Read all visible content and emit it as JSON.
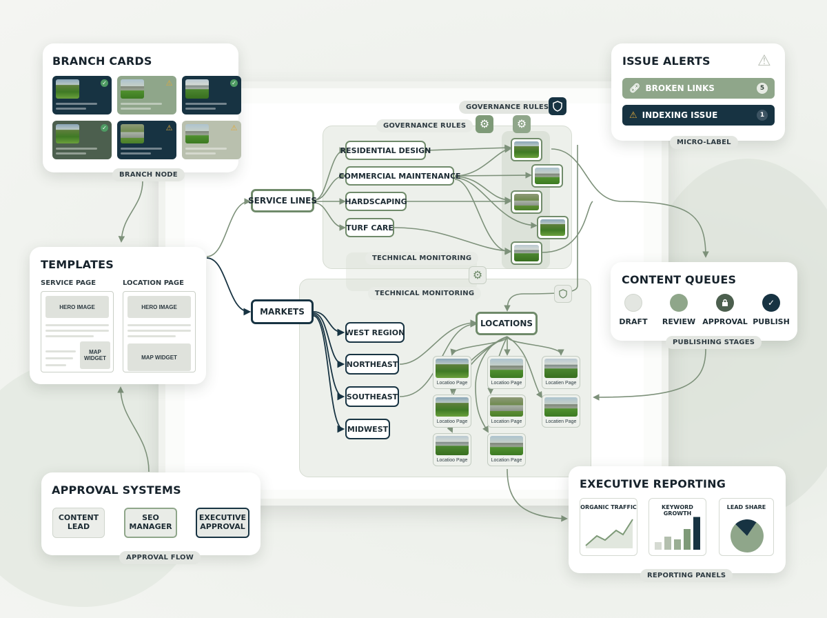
{
  "branch_cards": {
    "title": "Branch Cards",
    "caption": "Branch Node",
    "cards": [
      {
        "status": "ok",
        "theme": "dark"
      },
      {
        "status": "warn",
        "theme": "sage"
      },
      {
        "status": "ok",
        "theme": "dark"
      },
      {
        "status": "ok",
        "theme": "green"
      },
      {
        "status": "warn",
        "theme": "dark"
      },
      {
        "status": "warn",
        "theme": "pale"
      }
    ]
  },
  "templates": {
    "title": "Templates",
    "service_page": "Service Page",
    "location_page": "Location Page",
    "hero_image": "Hero Image",
    "map_widget_service": "Map Widget",
    "map_widget_location": "Map Widget"
  },
  "approval": {
    "title": "Approval Systems",
    "caption": "Approval Flow",
    "steps": [
      "Content Lead",
      "SEO Manager",
      "Executive Approval"
    ]
  },
  "issues": {
    "title": "Issue Alerts",
    "caption": "Micro-Label",
    "items": [
      {
        "label": "Broken Links",
        "count": "5",
        "icon": "link-icon"
      },
      {
        "label": "Indexing Issue",
        "count": "1",
        "icon": "warning-icon"
      }
    ]
  },
  "queues": {
    "title": "Content Queues",
    "caption": "Publishing Stages",
    "steps": [
      "Draft",
      "Review",
      "Approval",
      "Publish"
    ]
  },
  "reporting": {
    "title": "Executive Reporting",
    "caption": "Reporting Panels",
    "panels": [
      "Organic Traffic",
      "Keyword Growth",
      "Lead Share"
    ],
    "keyword_bars": [
      0.22,
      0.38,
      0.3,
      0.6,
      0.95
    ],
    "lead_share": [
      0.78,
      0.22
    ]
  },
  "canvas": {
    "governance_top": "Governance Rules",
    "governance_zone": "Governance Rules",
    "tech_monitor_1": "Technical Monitoring",
    "tech_monitor_2": "Technical Monitoring",
    "service_lines": "Service Lines",
    "markets": "Markets",
    "locations": "Locations",
    "services": [
      "Residential Design",
      "Commercial Maintenance",
      "Hardscaping",
      "Turf Care"
    ],
    "regions": [
      "West Region",
      "Northeast",
      "Southeast",
      "Midwest"
    ],
    "location_pages": [
      "Locatioo Page",
      "Locatioo Page",
      "Locatien Page",
      "Locatioo Page",
      "Location Page",
      "Locatien Page",
      "Locatioo Page",
      "Location Page"
    ]
  },
  "colors": {
    "sage": "#7e9a78",
    "navy": "#173342",
    "line": "#7d917a",
    "warning": "#e0a93a",
    "ok": "#4e9b63"
  }
}
